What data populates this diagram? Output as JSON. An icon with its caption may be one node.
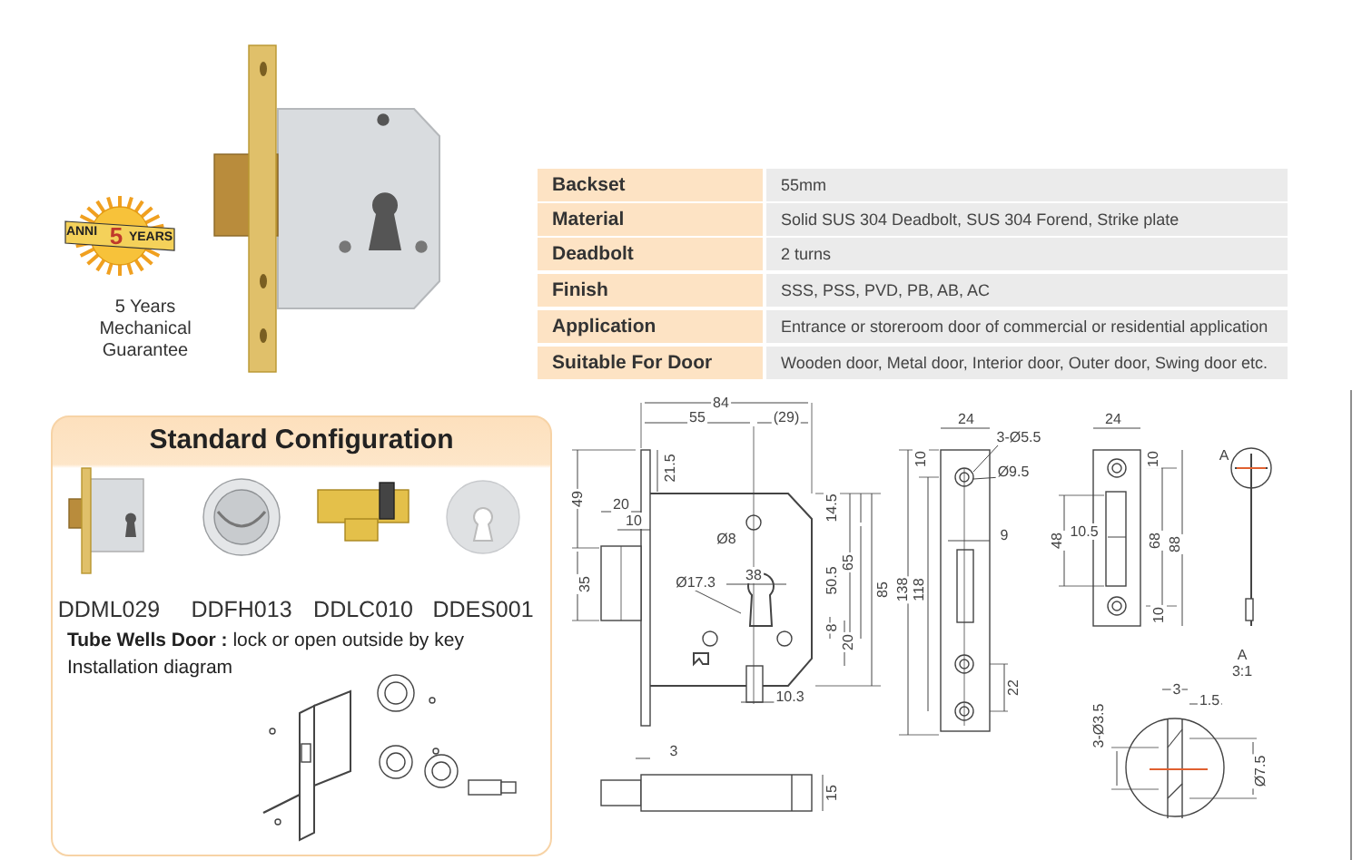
{
  "diagram": {
    "nodes": [
      {
        "text": [
          "Standard Configuration"
        ]
      }
    ],
    "labels": [
      "5 Years Mechanical Guarantee",
      "ANNI",
      "5",
      "YEARS",
      "Backset",
      "55mm",
      "Material",
      "Solid SUS 304 Deadbolt, SUS 304 Forend, Strike plate",
      "Deadbolt",
      "2 turns",
      "Finish",
      "SSS, PSS, PVD, PB, AB, AC",
      "Application",
      "Entrance or storeroom door of commercial or residential application",
      "Suitable For Door",
      "Wooden door, Metal door,  Interior door, Outer door, Swing door etc.",
      "DDML029",
      "DDFH013",
      "DDLC010",
      "DDES001",
      "**Tube Wells Door :** lock or open outside by key",
      "Installation diagram",
      "84",
      "55",
      "(29)",
      "49",
      "21.5",
      "20",
      "10",
      "14.5",
      "Ø8",
      "65",
      "85",
      "50.5",
      "38",
      "Ø17.3",
      "35",
      "8",
      "20",
      "10.3",
      "3",
      "15",
      "24",
      "3-Ø5.5",
      "10",
      "Ø9.5",
      "9",
      "138",
      "118",
      "22",
      "24",
      "10",
      "48",
      "10.5",
      "68",
      "88",
      "10",
      "A",
      "A",
      "3:1",
      "3",
      "1.5",
      "3-Ø3.5",
      "Ø7.5"
    ]
  }
}
